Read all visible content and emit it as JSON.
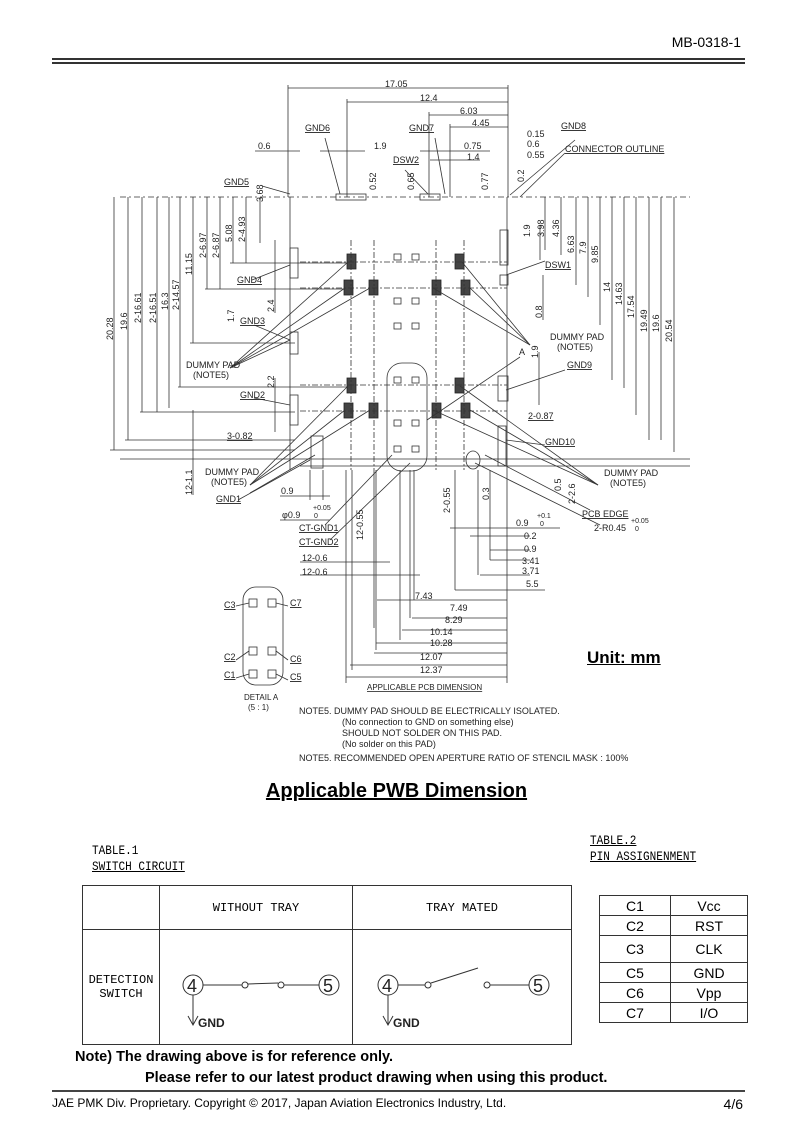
{
  "header": {
    "doc_id": "MB-0318-1"
  },
  "drawing": {
    "top_dims": [
      "17.05",
      "12.4",
      "6.03",
      "4.45",
      "0.15",
      "0.6",
      "0.55",
      "0.6",
      "1.9",
      "0.75",
      "1.4"
    ],
    "small_vertical_dims": [
      "3.68",
      "0.52",
      "0.65",
      "0.77",
      "0.2"
    ],
    "left_dims": [
      "20.28",
      "19.6",
      "2-16.61",
      "2-16.51",
      "16.3",
      "2-14.57",
      "11.15",
      "2-6.97",
      "2-6.87",
      "5.08",
      "2-4.93",
      "1.7",
      "2.4",
      "2.2",
      "3-0.82",
      "12-1.1"
    ],
    "right_dims": [
      "1.9",
      "3.98",
      "4.36",
      "6.63",
      "7.9",
      "9.85",
      "14",
      "14.63",
      "17.54",
      "19.49",
      "19.6",
      "20.54",
      "0.8",
      "1.9",
      "2-0.87",
      "0.5",
      "2-2.6"
    ],
    "labels": {
      "gnd1": "GND1",
      "gnd2": "GND2",
      "gnd3": "GND3",
      "gnd4": "GND4",
      "gnd5": "GND5",
      "gnd6": "GND6",
      "gnd7": "GND7",
      "gnd8": "GND8",
      "gnd9": "GND9",
      "gnd10": "GND10",
      "dsw1": "DSW1",
      "dsw2": "DSW2",
      "connector_outline": "CONNECTOR OUTLINE",
      "dummy_pad": "DUMMY PAD",
      "note5": "(NOTE5)",
      "ct_gnd1": "CT-GND1",
      "ct_gnd2": "CT-GND2",
      "pcb_edge": "PCB EDGE",
      "detail_marker": "A",
      "r045": "2-R0.45",
      "tol_005": "+0.05",
      "tol_0": "0",
      "tol_01": "+0.1",
      "phi09": "φ0.9",
      "d09": "0.9",
      "d12_055": "12-0.55",
      "d2_055": "2-0.55",
      "d03": "0.3",
      "d12_06a": "12-0.6",
      "d12_06b": "12-0.6"
    },
    "bottom_dims": [
      "0.9",
      "0.2",
      "0.9",
      "3.41",
      "3.71",
      "5.5",
      "7.43",
      "7.49",
      "8.29",
      "10.14",
      "10.28",
      "12.07",
      "12.37"
    ],
    "applicable_pcb_dimension": "APPLICABLE PCB DIMENSION",
    "detail": {
      "title": "DETAIL A",
      "scale": "(5 : 1)",
      "pins": [
        "C3",
        "C7",
        "C2",
        "C6",
        "C1",
        "C5"
      ]
    },
    "notes": [
      "NOTE5.  DUMMY PAD SHOULD BE ELECTRICALLY ISOLATED.",
      "(No connection to GND on something else)",
      "SHOULD NOT SOLDER ON THIS PAD.",
      "(No solder on this PAD)",
      "NOTE5.  RECOMMENDED OPEN APERTURE RATIO OF STENCIL MASK : 100%"
    ],
    "unit_label": "Unit: mm"
  },
  "section_title": "Applicable PWB Dimension",
  "table1": {
    "title_line1": "TABLE.1",
    "title_line2": "SWITCH CIRCUIT",
    "col_headers": [
      "WITHOUT TRAY",
      "TRAY MATED"
    ],
    "row_header_line1": "DETECTION",
    "row_header_line2": "SWITCH",
    "node_a": "4",
    "node_b": "5",
    "gnd_label": "GND"
  },
  "table2": {
    "title_line1": "TABLE.2",
    "title_line2": "PIN ASSIGNENMENT",
    "rows": [
      {
        "pin": "C1",
        "signal": "Vcc"
      },
      {
        "pin": "C2",
        "signal": "RST"
      },
      {
        "pin": "C3",
        "signal": "CLK"
      },
      {
        "pin": "C5",
        "signal": "GND"
      },
      {
        "pin": "C6",
        "signal": "Vpp"
      },
      {
        "pin": "C7",
        "signal": "I/O"
      }
    ]
  },
  "note": {
    "line1": "Note)   The drawing above is for reference only.",
    "line2": "Please refer to our latest product drawing when using this product."
  },
  "footer": {
    "copyright": "JAE PMK Div. Proprietary. Copyright ©  2017, Japan Aviation Electronics Industry, Ltd.",
    "page": "4/6"
  }
}
